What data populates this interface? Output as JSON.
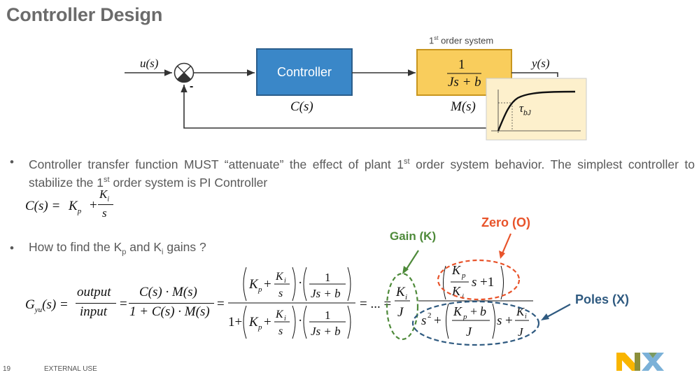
{
  "slide": {
    "title": "Controller Design",
    "page_number": "19",
    "classification": "EXTERNAL USE",
    "logo": "NXP"
  },
  "diagram": {
    "input_label": "u(s)",
    "output_label": "y(s)",
    "minus_sign": "-",
    "controller_label": "Controller",
    "controller_symbol": "C(s)",
    "plant_caption_base": "1",
    "plant_caption_sup": "st",
    "plant_caption_rest": " order system",
    "plant_num": "1",
    "plant_den": "Js + b",
    "plant_symbol": "M(s)",
    "tau_label": "τ",
    "tau_sub": "bJ",
    "colors": {
      "controller_fill": "#3a87c8",
      "plant_fill": "#f9cd5c",
      "inset_fill": "#fdf0cc"
    }
  },
  "bullets": [
    {
      "part1": "Controller transfer function MUST “attenuate” the effect of plant 1",
      "sup1": "st",
      "part2": " order system behavior. The simplest controller to stabilize the 1",
      "sup2": "st",
      "part3": " order system is PI Controller"
    },
    {
      "part1": "How to find the K",
      "sub1": "p",
      "part2": " and K",
      "sub2": "i",
      "part3": " gains ?"
    }
  ],
  "equations": {
    "pi_controller": {
      "lhs": "C(s) =",
      "kp": "K",
      "kp_sub": "p",
      "plus": "+",
      "num": "K",
      "num_sub": "i",
      "den": "s"
    },
    "transfer": {
      "lhs": "G",
      "lhs_sub": "yu",
      "lhs_arg": "(s) =",
      "f1_num": "output",
      "f1_den": "input",
      "f2_num": "C(s) · M(s)",
      "f2_den": "1 + C(s) · M(s)",
      "ellipsis": "= ... =",
      "gain_num": "K",
      "gain_num_sub": "i",
      "gain_den": "J",
      "zero_expr": "s + 1",
      "poles_s2": "s",
      "poles_mid": "s +",
      "poles_kpb": "K",
      "poles_kpb_rest": " + b"
    }
  },
  "annotations": {
    "gain": {
      "label": "Gain (K)",
      "color": "#4e8a3a"
    },
    "zero": {
      "label": "Zero (O)",
      "color": "#e8532a"
    },
    "poles": {
      "label": "Poles (X)",
      "color": "#2f5a80"
    }
  }
}
